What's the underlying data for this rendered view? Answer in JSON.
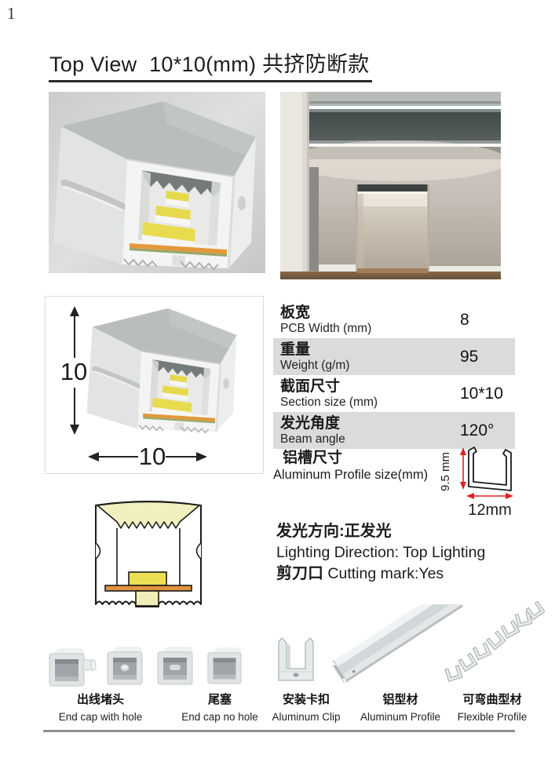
{
  "page_number": "1",
  "title": "Top View  10*10(mm) 共挤防断款",
  "dimension_drawing": {
    "height_label": "10",
    "width_label": "10"
  },
  "spec_table": {
    "rows": [
      {
        "zh": "板宽",
        "en": "PCB Width  (mm)",
        "value": "8"
      },
      {
        "zh": "重量",
        "en": "Weight  (g/m)",
        "value": "95"
      },
      {
        "zh": "截面尺寸",
        "en": "Section size  (mm)",
        "value": "10*10"
      },
      {
        "zh": "发光角度",
        "en": "Beam angle",
        "value": "120°"
      }
    ],
    "aluminum_row": {
      "zh": "铝槽尺寸",
      "en": "Aluminum Profile size(mm)",
      "height_label": "9.5 mm",
      "width_label": "12mm"
    }
  },
  "lighting_info": {
    "direction_zh": "发光方向:正发光",
    "direction_en": "Lighting Direction: Top Lighting",
    "cutting_zh": "剪刀口",
    "cutting_en": " Cutting mark:Yes"
  },
  "accessories": [
    {
      "zh": "出线堵头",
      "en": "End cap with hole"
    },
    {
      "zh": "尾塞",
      "en": "End cap no hole"
    },
    {
      "zh": "安装卡扣",
      "en": "Aluminum Clip"
    },
    {
      "zh": "铝型材",
      "en": "Aluminum Profile"
    },
    {
      "zh": "可弯曲型材",
      "en": "Flexible Profile"
    }
  ],
  "colors": {
    "dimension_red": "#e32020",
    "table_shade": "#dbdbdb",
    "led_yellow": "#e9db4e",
    "pcb_orange": "#e2993a",
    "diffuser_cream": "#f2efbf"
  }
}
